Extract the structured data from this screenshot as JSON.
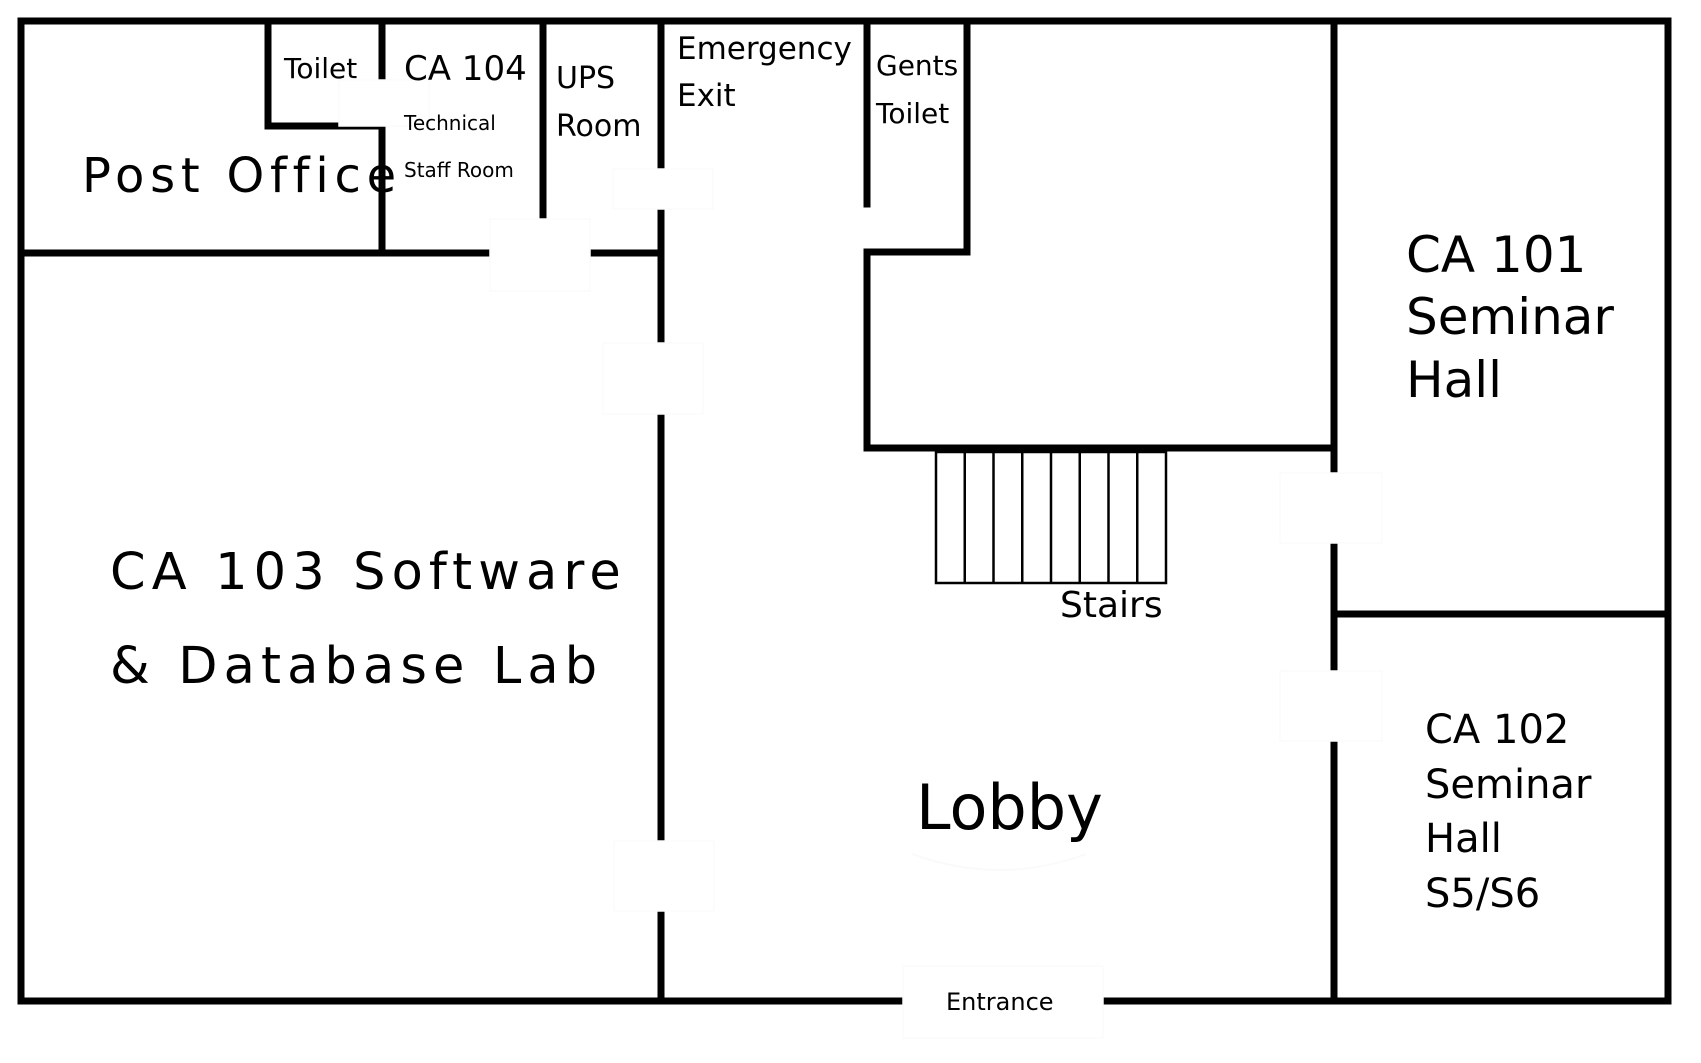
{
  "rooms": {
    "post_office": "Post Office",
    "toilet": "Toilet",
    "ca104_name": "CA 104",
    "ca104_line1": "Technical",
    "ca104_line2": "Staff Room",
    "ups_line1": "UPS",
    "ups_line2": "Room",
    "emergency_line1": "Emergency",
    "emergency_line2": "Exit",
    "gents_line1": "Gents",
    "gents_line2": "Toilet",
    "ca101_line1": "CA 101",
    "ca101_line2": "Seminar",
    "ca101_line3": "Hall",
    "ca103_line1": "CA 103 Software",
    "ca103_line2": "& Database Lab",
    "stairs": "Stairs",
    "lobby": "Lobby",
    "entrance": "Entrance",
    "ca102_line1": "CA 102",
    "ca102_line2": "Seminar",
    "ca102_line3": "Hall",
    "ca102_line4": "S5/S6"
  },
  "stairs": {
    "step_count": 8
  },
  "colors": {
    "wall": "#000000",
    "background": "#ffffff"
  }
}
